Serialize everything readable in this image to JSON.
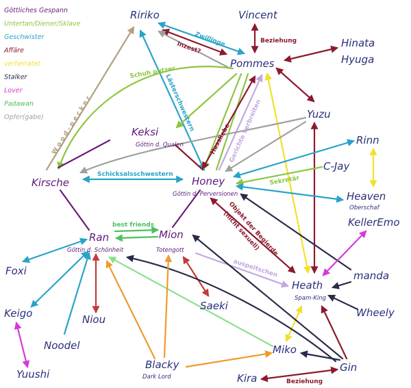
{
  "legend": [
    {
      "text": "Göttliches Gespann",
      "color": "#6a1b7a"
    },
    {
      "text": "Untertan/Diener/Sklave",
      "color": "#8cc63f"
    },
    {
      "text": "Geschwister",
      "color": "#29a3c9"
    },
    {
      "text": "Affäre",
      "color": "#8b1a2e"
    },
    {
      "text": "verheiratet",
      "color": "#f2e12a"
    },
    {
      "text": "Stalker",
      "color": "#2a2a4a"
    },
    {
      "text": "Lover",
      "color": "#d63ad6"
    },
    {
      "text": "Padawan",
      "color": "#4cc060"
    },
    {
      "text": "Opfer(gabe)",
      "color": "#a0a0a0"
    }
  ],
  "nodes": {
    "ririko": {
      "label": "Ririko"
    },
    "vincent": {
      "label": "Vincent"
    },
    "hinata": {
      "label": "Hinata"
    },
    "hyuga": {
      "label": "Hyuga"
    },
    "pommes": {
      "label": "Pommes"
    },
    "yuzu": {
      "label": "Yuzu"
    },
    "keksi": {
      "label": "Keksi",
      "sub": "Göttin d. Qualen"
    },
    "rinn": {
      "label": "Rinn"
    },
    "cjay": {
      "label": "C-Jay"
    },
    "kirsche": {
      "label": "Kirsche"
    },
    "honey": {
      "label": "Honey",
      "sub": "Göttin d. Perversionen"
    },
    "heaven": {
      "label": "Heaven",
      "sub": "Oberschaf"
    },
    "kelleremo": {
      "label": "KellerEmo"
    },
    "ran": {
      "label": "Ran",
      "sub": "Göttin d. Schönheit"
    },
    "mion": {
      "label": "Mion",
      "sub": "Totengott"
    },
    "foxi": {
      "label": "Foxi"
    },
    "manda": {
      "label": "manda"
    },
    "heath": {
      "label": "Heath",
      "sub": "Spam-King"
    },
    "keigo": {
      "label": "Keigo"
    },
    "niou": {
      "label": "Niou"
    },
    "saeki": {
      "label": "Saeki"
    },
    "wheely": {
      "label": "Wheely"
    },
    "noodel": {
      "label": "Noodel"
    },
    "miko": {
      "label": "Miko"
    },
    "yuushi": {
      "label": "Yuushi"
    },
    "blacky": {
      "label": "Blacky",
      "sub": "Dark Lord"
    },
    "gin": {
      "label": "Gin"
    },
    "kira": {
      "label": "Kira"
    }
  },
  "edge_labels": {
    "zwillinge": "Zwillinge",
    "inzest": "Inzest?",
    "beziehung1": "Beziehung",
    "beziehung2": "Beziehung",
    "schuhputzer": "Schuh putzer",
    "laesterschwestern": "Lästerschwestern",
    "hassliebe": "Hassliebe",
    "gerichte": "Gerichte verbreiten",
    "schicksal": "Schicksalsschwestern",
    "sekretaer": "Sekretär",
    "bestfriends": "best friends",
    "objekt": "Objekt der Begierde",
    "nichtsexuell": "(nicht sexuell)",
    "auspeitschen": "auspeitschen",
    "woodpecker": "W o o d - p e c k e r"
  }
}
